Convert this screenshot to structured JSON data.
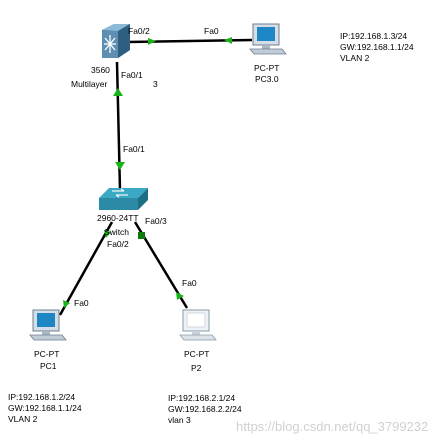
{
  "colors": {
    "link": "#000000",
    "link_up": "#19b319",
    "link_up_dark": "#0c7a0c",
    "switch_top": "#3ca9c4",
    "switch_side": "#1d6f86",
    "router_body": "#5e8fb3",
    "pc_body": "#d6dde6",
    "pc_screen": "#1d86c4"
  },
  "icons": {
    "multilayer": "multilayer-switch-icon",
    "switch": "switch-icon",
    "pc": "desktop-pc-icon"
  },
  "devices": {
    "multilayer": {
      "type_label": "3560",
      "name_label": "Multilayer",
      "suffix_label": "3"
    },
    "switch": {
      "type_label": "2960-24TT",
      "name_label": "Switch"
    },
    "pc30": {
      "type_label": "PC-PT",
      "name_label": "PC3.0"
    },
    "pc1": {
      "type_label": "PC-PT",
      "name_label": "PC1"
    },
    "p2": {
      "type_label": "PC-PT",
      "name_label": "P2"
    }
  },
  "ports": {
    "ml_fa02": "Fa0/2",
    "pc30_fa0": "Fa0",
    "ml_fa01": "Fa0/1",
    "sw_fa01": "Fa0/1",
    "sw_fa03": "Fa0/3",
    "sw_fa02": "Fa0/2",
    "pc1_fa0": "Fa0",
    "p2_fa0": "Fa0"
  },
  "notes": {
    "pc30": {
      "ip": "IP:192.168.1.3/24",
      "gw": "GW:192.168.1.1/24",
      "vlan": "VLAN 2"
    },
    "pc1": {
      "ip": "IP:192.168.1.2/24",
      "gw": "GW:192.168.1.1/24",
      "vlan": "VLAN 2"
    },
    "p2": {
      "ip": "IP:192.168.2.1/24",
      "gw": "GW:192.168.2.2/24",
      "vlan": "vlan 3"
    }
  },
  "watermark": "https://blog.csdn.net/qq_3799232"
}
